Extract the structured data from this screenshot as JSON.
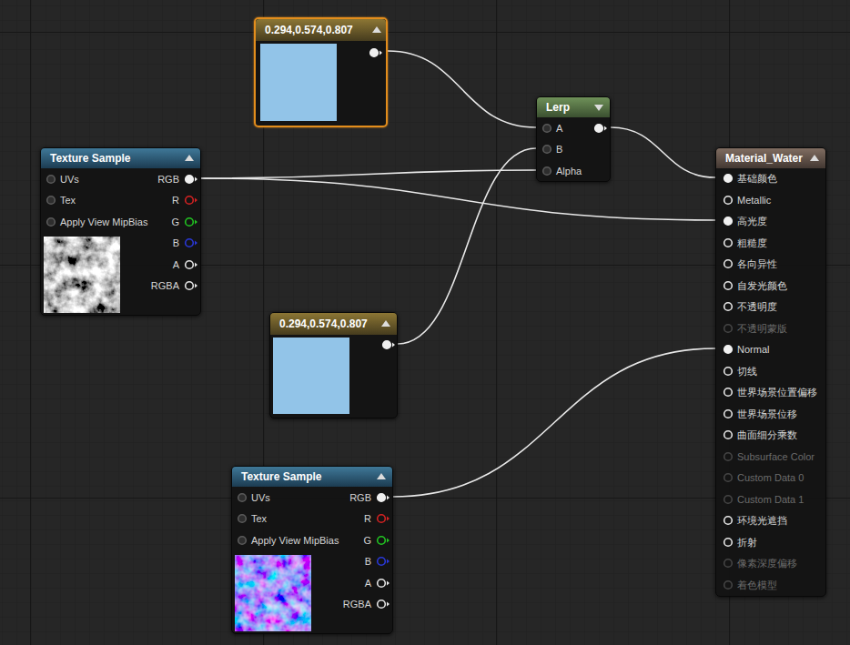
{
  "diagram": {
    "nodes": [
      {
        "text": [
          "0.294,0.574,0.807"
        ]
      },
      {
        "text": [
          "Lerp",
          "A",
          "B",
          "Alpha"
        ]
      },
      {
        "text": [
          "Texture Sample",
          "UVs",
          "Tex",
          "Apply View MipBias",
          "RGB",
          "R",
          "G",
          "B",
          "A",
          "RGBA"
        ]
      },
      {
        "text": [
          "Material_Water",
          "基础颜色",
          "Metallic",
          "高光度",
          "粗糙度",
          "各向异性",
          "自发光颜色",
          "不透明度",
          "不透明蒙版",
          "Normal",
          "切线",
          "世界场景位置偏移",
          "世界场景位移",
          "曲面细分乘数",
          "Subsurface Color",
          "Custom Data 0",
          "Custom Data 1",
          "环境光遮挡",
          "折射",
          "像素深度偏移",
          "着色模型"
        ]
      },
      {
        "text": [
          "0.294,0.574,0.807"
        ]
      },
      {
        "text": [
          "Texture Sample",
          "UVs",
          "Tex",
          "Apply View MipBias",
          "RGB",
          "R",
          "G",
          "B",
          "A",
          "RGBA"
        ]
      }
    ],
    "edges": [
      {
        "from": 0,
        "to": 1,
        "arrow": "none"
      },
      {
        "from": 4,
        "to": 1,
        "arrow": "none"
      },
      {
        "from": 2,
        "to": 1,
        "arrow": "none"
      },
      {
        "from": 2,
        "to": 3,
        "arrow": "none"
      },
      {
        "from": 1,
        "to": 3,
        "arrow": "none"
      },
      {
        "from": 5,
        "to": 3,
        "arrow": "none"
      }
    ]
  }
}
